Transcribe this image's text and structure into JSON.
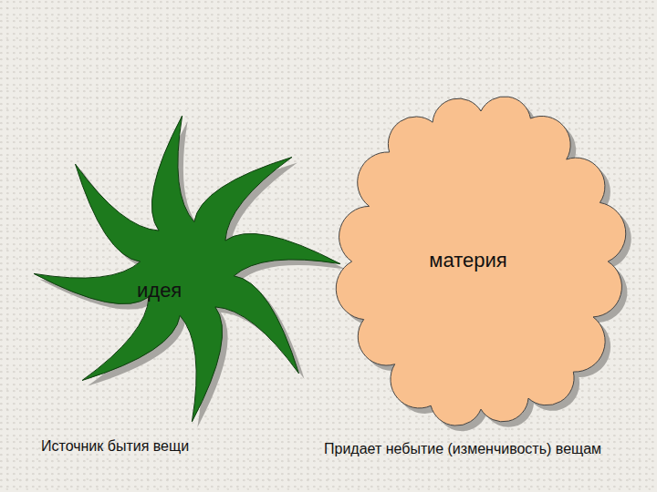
{
  "diagram": {
    "nodes": [
      {
        "text": [
          "идея"
        ]
      },
      {
        "text": [
          "материя"
        ]
      }
    ],
    "labels": [
      "Источник бытия вещи",
      "Придает небытие (изменчивость) вещам"
    ]
  }
}
